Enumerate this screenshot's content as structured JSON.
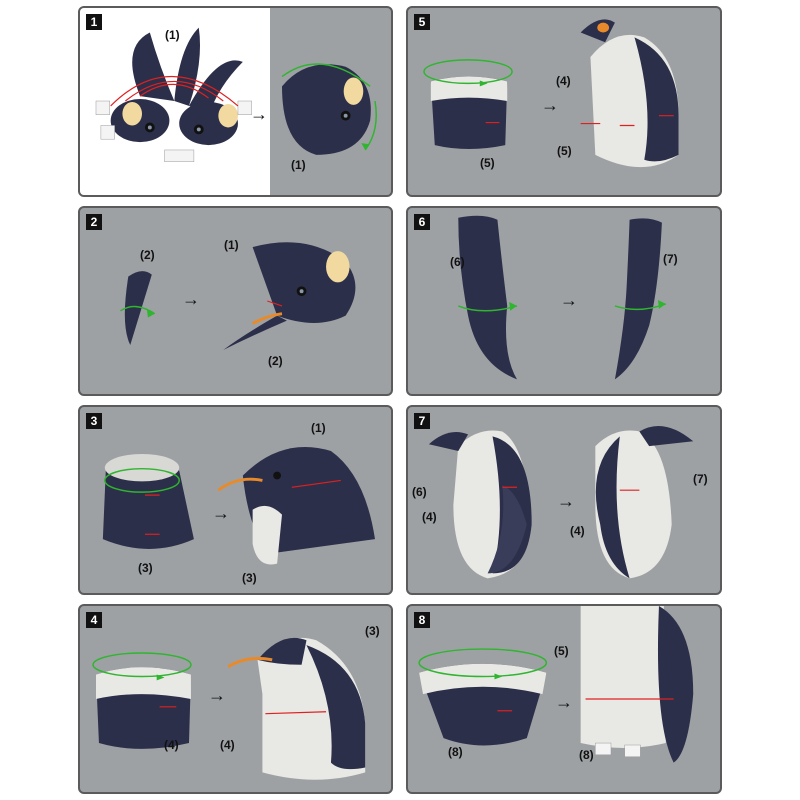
{
  "steps": [
    {
      "num": "1",
      "labels": [
        "(1)",
        "(1)"
      ]
    },
    {
      "num": "2",
      "labels": [
        "(2)",
        "(1)",
        "(2)"
      ]
    },
    {
      "num": "3",
      "labels": [
        "(1)",
        "(3)",
        "(3)"
      ]
    },
    {
      "num": "4",
      "labels": [
        "(3)",
        "(4)",
        "(4)"
      ]
    },
    {
      "num": "5",
      "labels": [
        "(5)",
        "(4)",
        "(5)"
      ]
    },
    {
      "num": "6",
      "labels": [
        "(6)",
        "(7)"
      ]
    },
    {
      "num": "7",
      "labels": [
        "(6)",
        "(4)",
        "(7)",
        "(4)"
      ]
    },
    {
      "num": "8",
      "labels": [
        "(8)",
        "(5)",
        "(8)"
      ]
    }
  ],
  "arrow_glyph": "→",
  "colors": {
    "panel_bg": "#9ea1a4",
    "panel_border": "#5b5b5b",
    "paper_dark": "#2c2f4a",
    "paper_light": "#e8e8e4",
    "fold_arrow_green": "#2fb52f",
    "glue_mark_red": "#e02020",
    "beak_orange": "#e98a2a"
  }
}
